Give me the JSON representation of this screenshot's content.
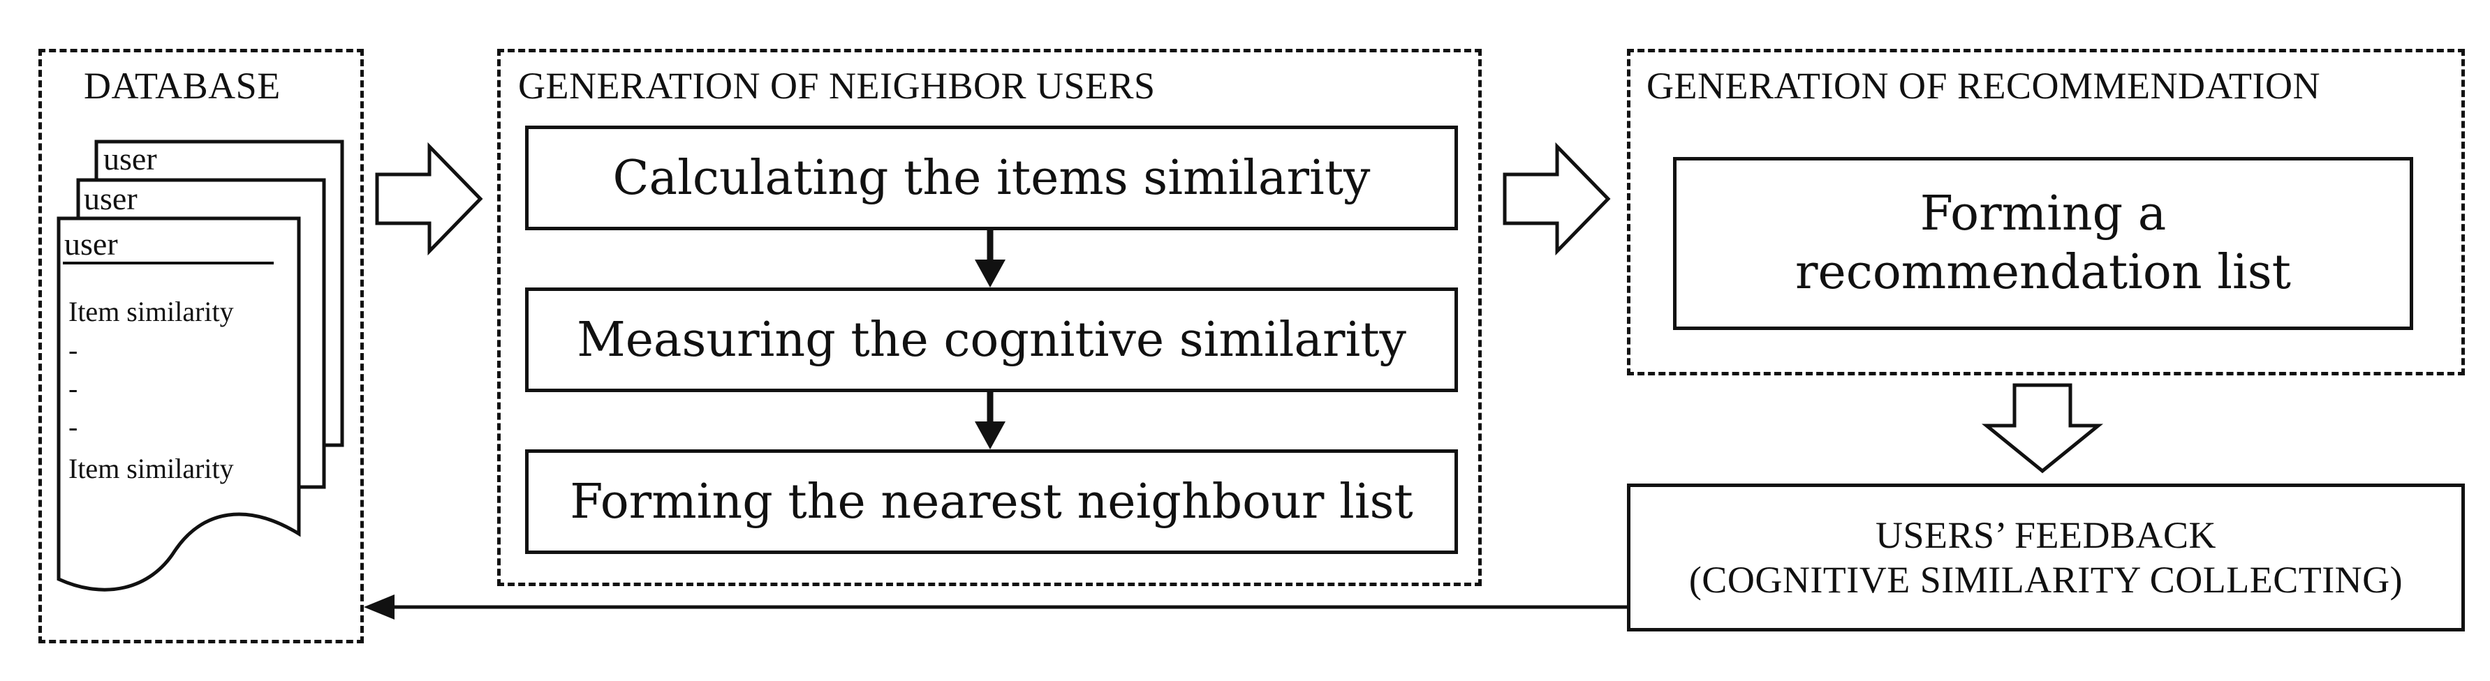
{
  "database": {
    "title": "DATABASE",
    "doc_back_label": "user",
    "doc_mid_label": "user",
    "doc_front": {
      "header": "user",
      "lines": [
        "Item similarity",
        "-",
        "-",
        "-",
        "Item similarity"
      ]
    }
  },
  "neighbor_users": {
    "title": "GENERATION OF NEIGHBOR USERS",
    "steps": [
      "Calculating the items similarity",
      "Measuring the cognitive similarity",
      "Forming the nearest neighbour list"
    ]
  },
  "recommendation": {
    "title": "GENERATION OF RECOMMENDATION",
    "box_line1": "Forming a",
    "box_line2": "recommendation list"
  },
  "feedback": {
    "line1": "USERS’ FEEDBACK",
    "line2": "(COGNITIVE SIMILARITY COLLECTING)"
  }
}
